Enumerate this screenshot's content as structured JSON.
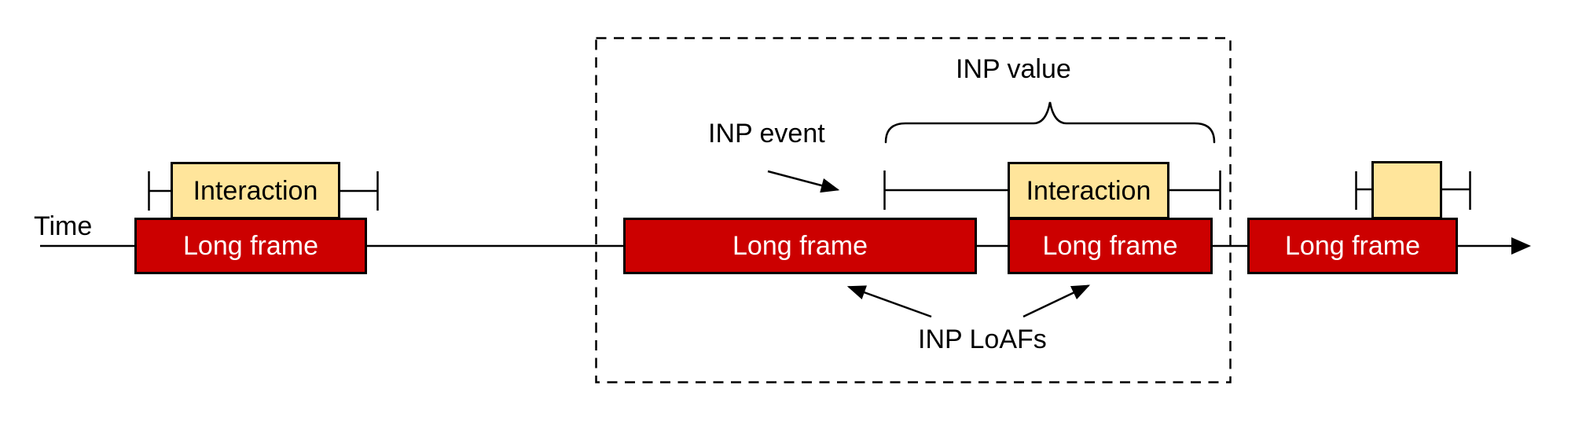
{
  "colors": {
    "background": "#FFFFFF",
    "long_frame_fill": "#CC0000",
    "long_frame_text": "#FFFFFF",
    "interaction_fill": "#FFE59B",
    "outline": "#000000"
  },
  "labels": {
    "time": "Time",
    "inp_event": "INP event",
    "inp_value": "INP value",
    "inp_loafs": "INP LoAFs"
  },
  "long_frames": [
    {
      "label": "Long frame"
    },
    {
      "label": "Long frame"
    },
    {
      "label": "Long frame"
    },
    {
      "label": "Long frame"
    }
  ],
  "interactions": [
    {
      "label": "Interaction"
    },
    {
      "label": "Interaction"
    },
    {
      "label": ""
    }
  ]
}
